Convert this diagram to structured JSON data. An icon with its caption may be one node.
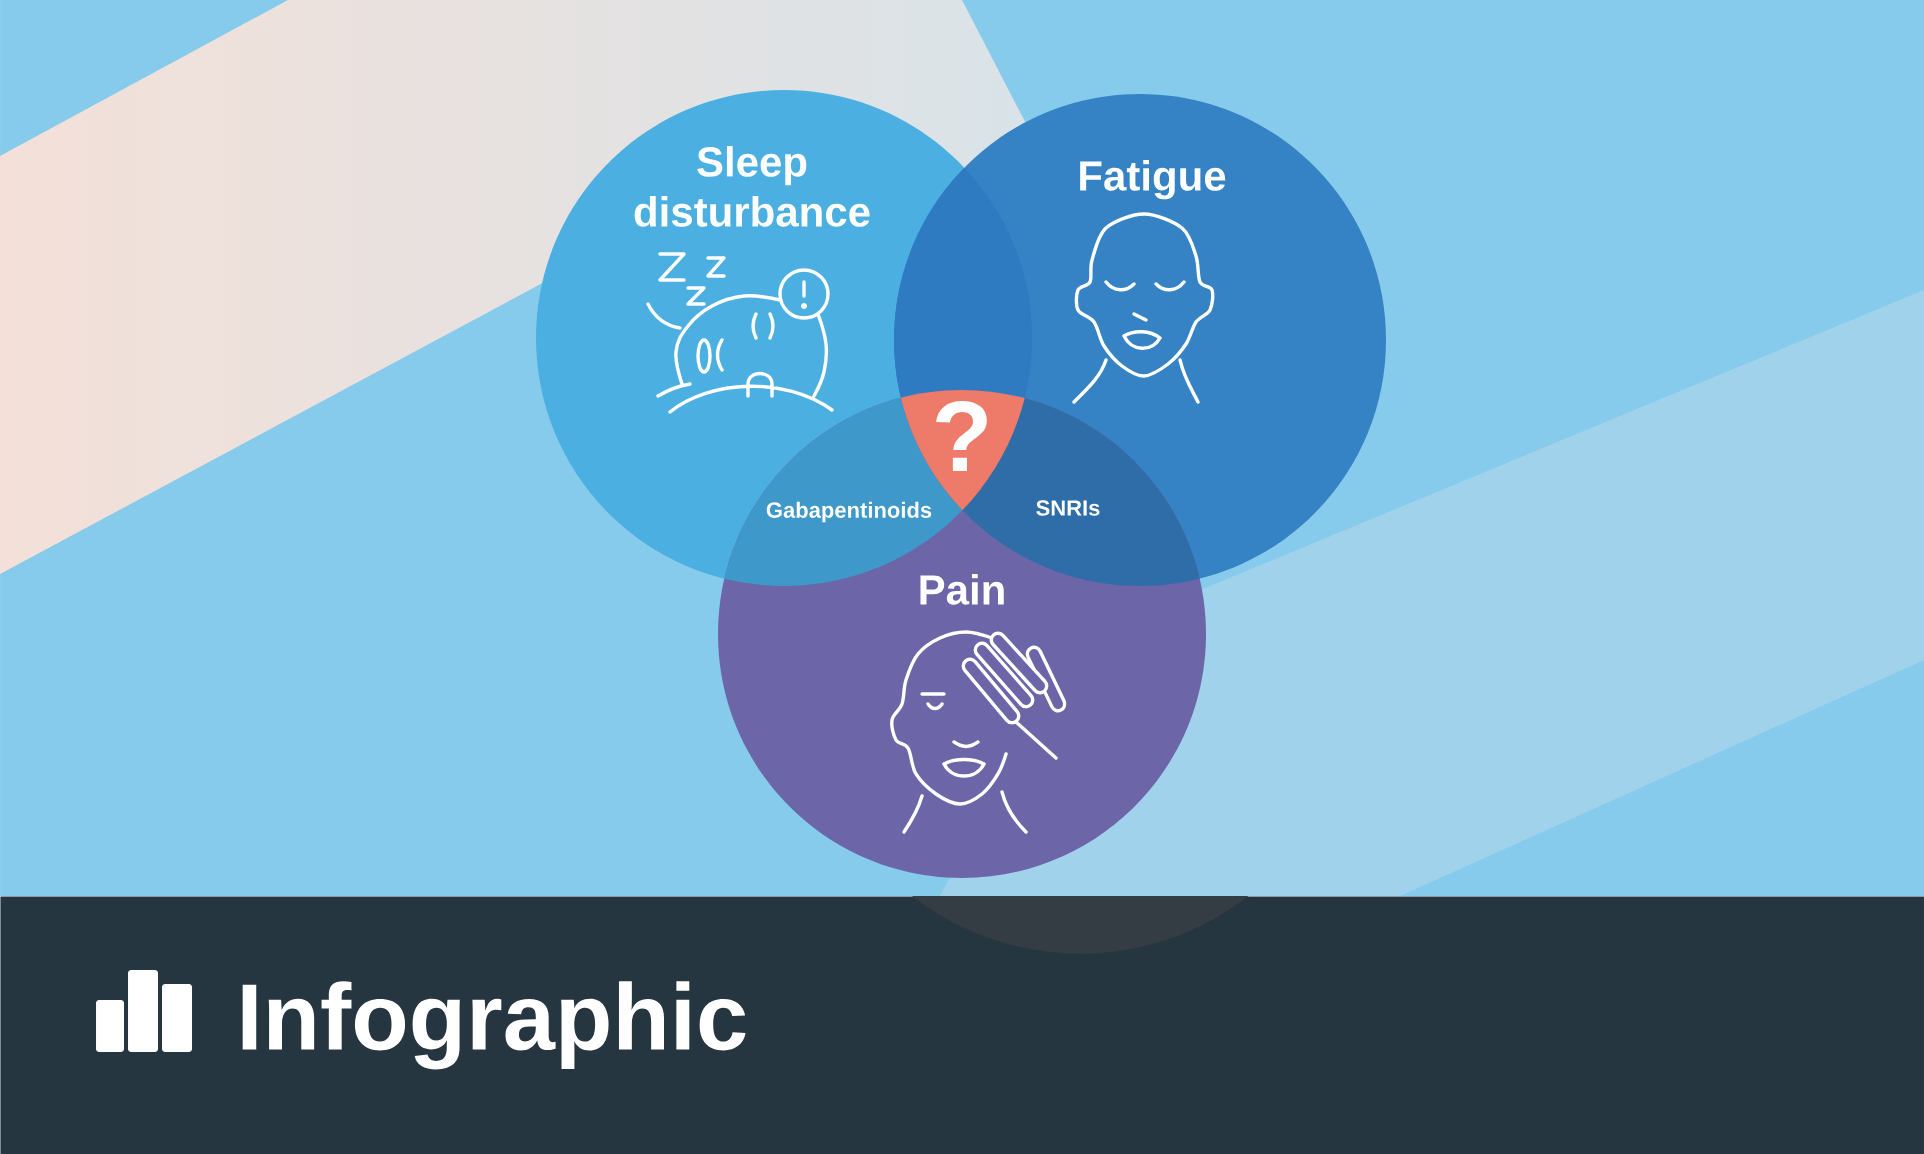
{
  "diagram": {
    "nodes": [
      {
        "text": [
          "Sleep disturbance"
        ]
      },
      {
        "text": [
          "Fatigue"
        ]
      },
      {
        "text": [
          "Pain"
        ]
      },
      {
        "text": [
          "?"
        ]
      },
      {
        "text": [
          "Infographic"
        ]
      }
    ],
    "labels": [
      "Gabapentinoids",
      "SNRIs"
    ]
  }
}
